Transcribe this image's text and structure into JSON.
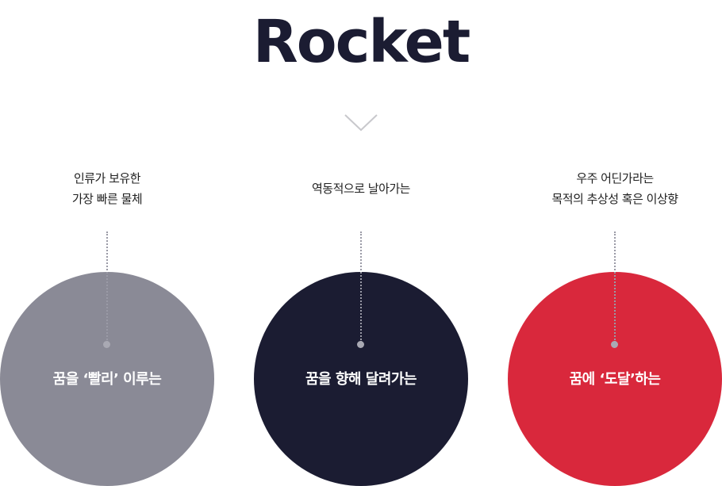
{
  "title": "Rocket",
  "colors": {
    "title": "#1b1c32",
    "chevron": "#c8c8cc",
    "circle_gray": "#8a8a96",
    "circle_navy": "#1b1c32",
    "circle_red": "#d9283c",
    "dot": "#a9a9b3"
  },
  "icons": {
    "chevron": "chevron-down-icon"
  },
  "columns": [
    {
      "caption_lines": [
        "인류가 보유한",
        "가장 빠른 물체"
      ],
      "label": "꿈을 ‘빨리’ 이루는"
    },
    {
      "caption_lines": [
        "역동적으로 날아가는"
      ],
      "label": "꿈을 향해 달려가는"
    },
    {
      "caption_lines": [
        "우주 어딘가라는",
        "목적의 추상성 혹은 이상향"
      ],
      "label": "꿈에 ‘도달’하는"
    }
  ]
}
